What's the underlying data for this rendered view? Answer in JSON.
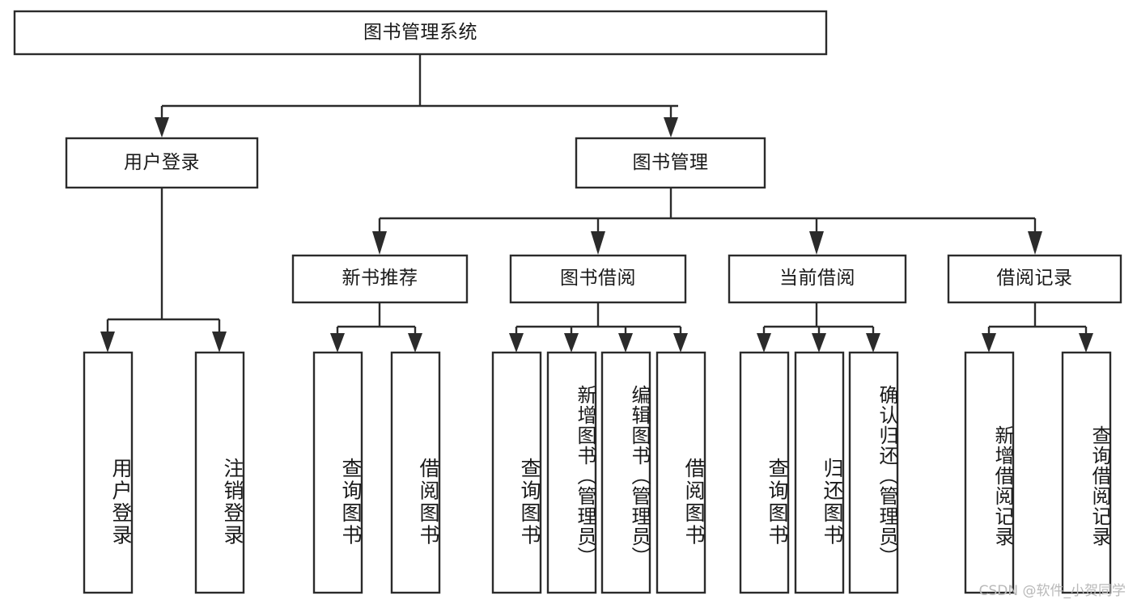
{
  "diagram": {
    "title": "图书管理系统",
    "watermark": "CSDN @软件_小贺同学",
    "type": "tree-hierarchy",
    "colors": {
      "box_stroke": "#2b2b2b",
      "box_fill": "#ffffff",
      "text": "#1a1a1a",
      "background": "#ffffff",
      "watermark": "#b9b9b9"
    },
    "levels": {
      "root": {
        "label": "图书管理系统"
      },
      "level2": [
        {
          "id": "user-login",
          "label": "用户登录"
        },
        {
          "id": "book-management",
          "label": "图书管理"
        }
      ],
      "level3": [
        {
          "id": "new-book-recommend",
          "label": "新书推荐",
          "parent": "book-management"
        },
        {
          "id": "book-borrow",
          "label": "图书借阅",
          "parent": "book-management"
        },
        {
          "id": "current-borrow",
          "label": "当前借阅",
          "parent": "book-management"
        },
        {
          "id": "borrow-record",
          "label": "借阅记录",
          "parent": "book-management"
        }
      ],
      "leaves": [
        {
          "id": "leaf-user-login",
          "label": "用户登录",
          "parent": "user-login"
        },
        {
          "id": "leaf-logout-login",
          "label": "注销登录",
          "parent": "user-login"
        },
        {
          "id": "leaf-query-book-1",
          "label": "查询图书",
          "parent": "new-book-recommend"
        },
        {
          "id": "leaf-borrow-book-1",
          "label": "借阅图书",
          "parent": "new-book-recommend"
        },
        {
          "id": "leaf-query-book-2",
          "label": "查询图书",
          "parent": "book-borrow"
        },
        {
          "id": "leaf-add-book",
          "label": "新增图书（管理员）",
          "parent": "book-borrow"
        },
        {
          "id": "leaf-edit-book",
          "label": "编辑图书（管理员）",
          "parent": "book-borrow"
        },
        {
          "id": "leaf-borrow-book-2",
          "label": "借阅图书",
          "parent": "book-borrow"
        },
        {
          "id": "leaf-query-book-3",
          "label": "查询图书",
          "parent": "current-borrow"
        },
        {
          "id": "leaf-return-book",
          "label": "归还图书",
          "parent": "current-borrow"
        },
        {
          "id": "leaf-confirm-return",
          "label": "确认归还（管理员）",
          "parent": "current-borrow"
        },
        {
          "id": "leaf-add-record",
          "label": "新增借阅记录",
          "parent": "borrow-record"
        },
        {
          "id": "leaf-query-record",
          "label": "查询借阅记录",
          "parent": "borrow-record"
        }
      ]
    }
  }
}
